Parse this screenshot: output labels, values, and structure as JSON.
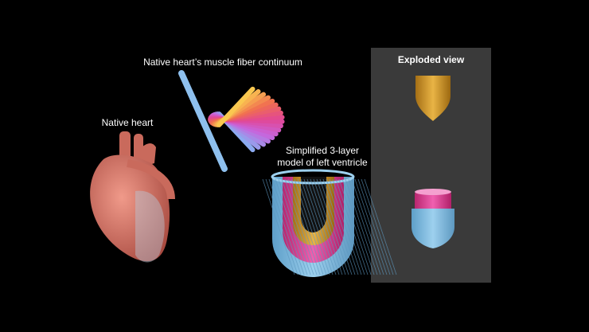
{
  "labels": {
    "fiber_continuum": "Native heart’s muscle fiber continuum",
    "native_heart": "Native heart",
    "model_line1": "Simplified 3-layer",
    "model_line2": "model of left ventricle",
    "exploded_view": "Exploded view"
  },
  "colors": {
    "background": "#000000",
    "panel": "#3a3a3a",
    "heart": "#d9776a",
    "outer_layer": "#8cc4e6",
    "middle_layer": "#e0409a",
    "inner_layer": "#d9a030"
  }
}
